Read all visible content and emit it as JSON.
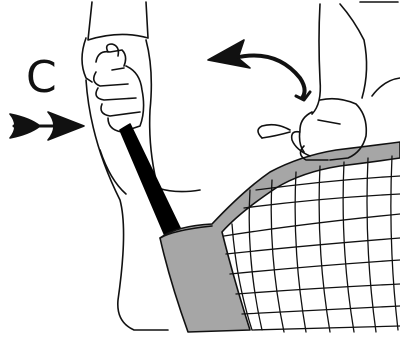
{
  "figure": {
    "step_label": "C",
    "colors": {
      "outline": "#111111",
      "band_fill": "#a6a6a6",
      "pole": "#000000",
      "background": "#ffffff"
    },
    "elements": [
      "left-hand-gripping-handle",
      "right-hand-holding-net-rim",
      "handle-pole",
      "net-mesh",
      "net-rim-band",
      "push-direction-arrow",
      "rotation-arrow"
    ]
  }
}
